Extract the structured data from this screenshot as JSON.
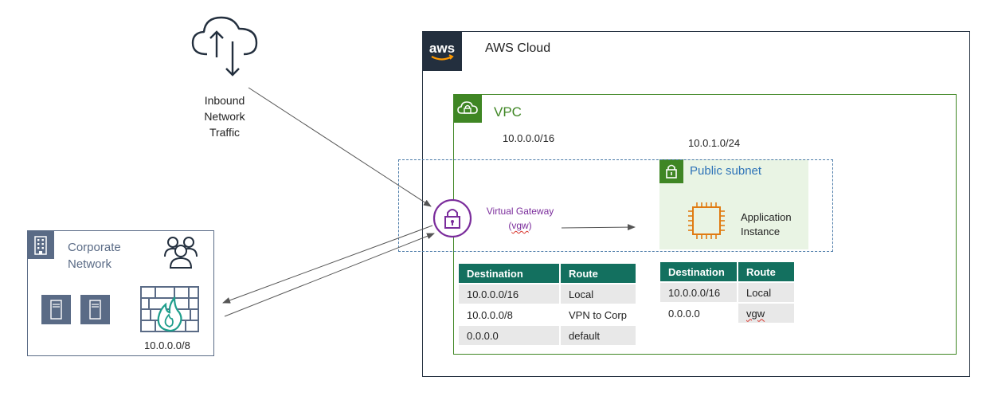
{
  "inbound": {
    "line1": "Inbound",
    "line2": "Network",
    "line3": "Traffic",
    "icon": "cloud-upload-download-icon"
  },
  "aws": {
    "title": "AWS Cloud",
    "logo_text": "aws",
    "icon": "aws-logo-icon",
    "border_color": "#232f3e"
  },
  "vpc": {
    "title": "VPC",
    "cidr": "10.0.0.0/16",
    "icon": "vpc-cloud-lock-icon",
    "color": "#3f8624"
  },
  "subnet": {
    "title": "Public subnet",
    "cidr": "10.0.1.0/24",
    "icon": "subnet-lock-icon",
    "title_color": "#2e73b8",
    "background": "#e9f4e4"
  },
  "gateway": {
    "line1": "Virtual Gateway",
    "line2_open": "(",
    "line2_word": "vgw",
    "line2_close": ")",
    "icon": "vgw-lock-icon",
    "color": "#7b2d9c"
  },
  "app": {
    "line1": "Application",
    "line2": "Instance",
    "icon": "ec2-chip-icon",
    "color": "#e07b12"
  },
  "corp": {
    "line1": "Corporate",
    "line2": "Network",
    "cidr": "10.0.0.0/8",
    "icon": "building-icon",
    "users_icon": "users-icon",
    "firewall_icon": "firewall-icon",
    "server_icon": "server-icon",
    "color": "#5a6b86"
  },
  "vpc_route_table": {
    "headers": [
      "Destination",
      "Route"
    ],
    "rows": [
      [
        "10.0.0.0/16",
        "Local"
      ],
      [
        "10.0.0.0/8",
        "VPN to Corp"
      ],
      [
        "0.0.0.0",
        "default"
      ]
    ]
  },
  "subnet_route_table": {
    "headers": [
      "Destination",
      "Route"
    ],
    "rows": [
      [
        "10.0.0.0/16",
        "Local"
      ],
      [
        "0.0.0.0",
        "vgw"
      ]
    ]
  },
  "colors": {
    "table_header": "#13705f",
    "table_cell": "#e8e8e8",
    "vpn_dashed": "#4a7aa8",
    "arrow": "#555555"
  }
}
